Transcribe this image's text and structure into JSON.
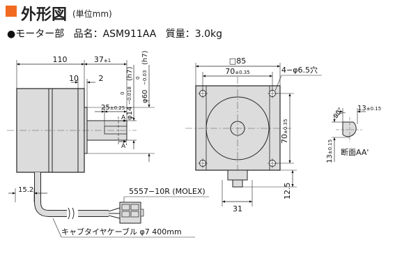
{
  "header": {
    "title": "外形図",
    "unit": "(単位mm)",
    "accent_color": "#f26a21"
  },
  "spec": {
    "bullet": "●",
    "part": "モーター部",
    "product_label": "品名：",
    "product_name": "ASM911AA",
    "mass_label": "質量：",
    "mass_value": "3.0kg"
  },
  "side_view": {
    "dim_length": "110",
    "dim_shaft": "37",
    "dim_shaft_tol": "±1",
    "dim_flange": "10",
    "dim_pilot": "2",
    "dim_flat": "25",
    "dim_flat_tol": "±0.25",
    "dia_shaft": "φ14",
    "dia_shaft_tol_upper": "0",
    "dia_shaft_tol_lower": "−0.018",
    "dia_shaft_fit": "(h7)",
    "dia_pilot": "φ60",
    "dia_pilot_tol_upper": "0",
    "dia_pilot_tol_lower": "−0.03",
    "dia_pilot_fit": "(h7)",
    "section_mark": "A",
    "section_mark_prime": "A'",
    "dim_cable_offset": "15.2",
    "connector_label": "5557−10R (MOLEX)",
    "cable_label": "キャブタイヤケーブル φ7 400mm"
  },
  "front_view": {
    "dim_square": "□85",
    "dim_bolt_h": "70",
    "dim_bolt_h_tol": "±0.35",
    "dim_bolt_v": "70",
    "dim_bolt_v_tol": "±0.35",
    "holes_label": "4−φ6.5穴",
    "dim_cable_width": "31",
    "dim_cable_height": "12.5"
  },
  "section_view": {
    "angle": "90°",
    "dim_flat_width": "13",
    "dim_flat_width_tol": "±0.15",
    "dim_flat_height": "13",
    "dim_flat_height_tol": "±0.15",
    "label": "断面AA'"
  }
}
